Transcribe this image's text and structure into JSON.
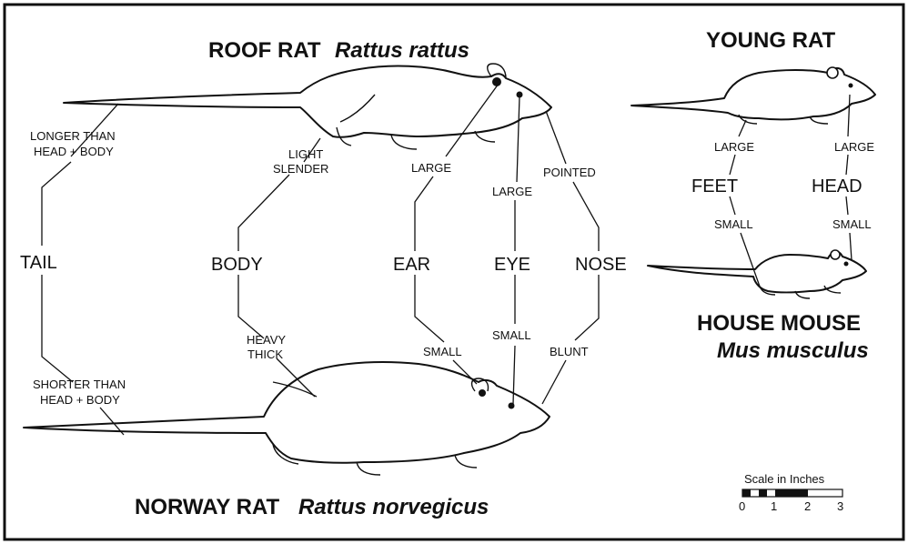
{
  "titles": {
    "roof_common": "ROOF RAT",
    "roof_latin": "Rattus rattus",
    "norway_common": "NORWAY RAT",
    "norway_latin": "Rattus norvegicus",
    "young": "YOUNG RAT",
    "mouse_common": "HOUSE MOUSE",
    "mouse_latin": "Mus musculus"
  },
  "features": {
    "tail": {
      "name": "TAIL",
      "top_line1": "LONGER THAN",
      "top_line2": "HEAD + BODY",
      "bottom_line1": "SHORTER THAN",
      "bottom_line2": "HEAD + BODY"
    },
    "body": {
      "name": "BODY",
      "top_line1": "LIGHT",
      "top_line2": "SLENDER",
      "bottom_line1": "HEAVY",
      "bottom_line2": "THICK"
    },
    "ear": {
      "name": "EAR",
      "top": "LARGE",
      "bottom": "SMALL"
    },
    "eye": {
      "name": "EYE",
      "top": "LARGE",
      "bottom": "SMALL"
    },
    "nose": {
      "name": "NOSE",
      "top": "POINTED",
      "bottom": "BLUNT"
    },
    "feet": {
      "name": "FEET",
      "top": "LARGE",
      "bottom": "SMALL"
    },
    "head": {
      "name": "HEAD",
      "top": "LARGE",
      "bottom": "SMALL"
    }
  },
  "scale": {
    "title": "Scale in Inches",
    "ticks": [
      "0",
      "1",
      "2",
      "3"
    ]
  }
}
